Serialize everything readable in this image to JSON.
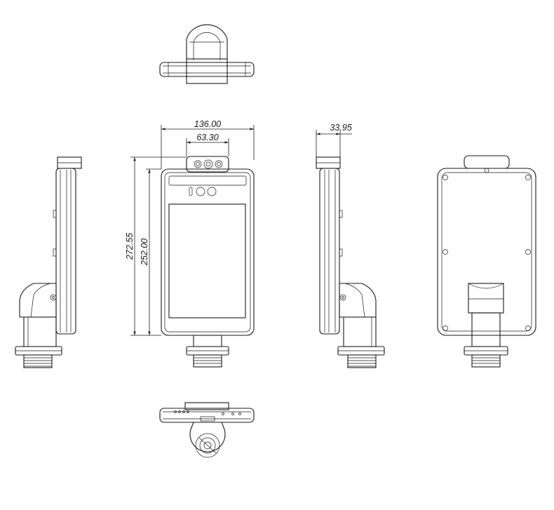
{
  "dimensions": {
    "overall_width": "136.00",
    "camera_width": "63.30",
    "overall_height": "272.55",
    "body_height": "252.00",
    "depth": "33.95"
  },
  "views": [
    "top-view",
    "left-side-view",
    "front-view",
    "right-side-view",
    "rear-view",
    "bottom-view"
  ]
}
